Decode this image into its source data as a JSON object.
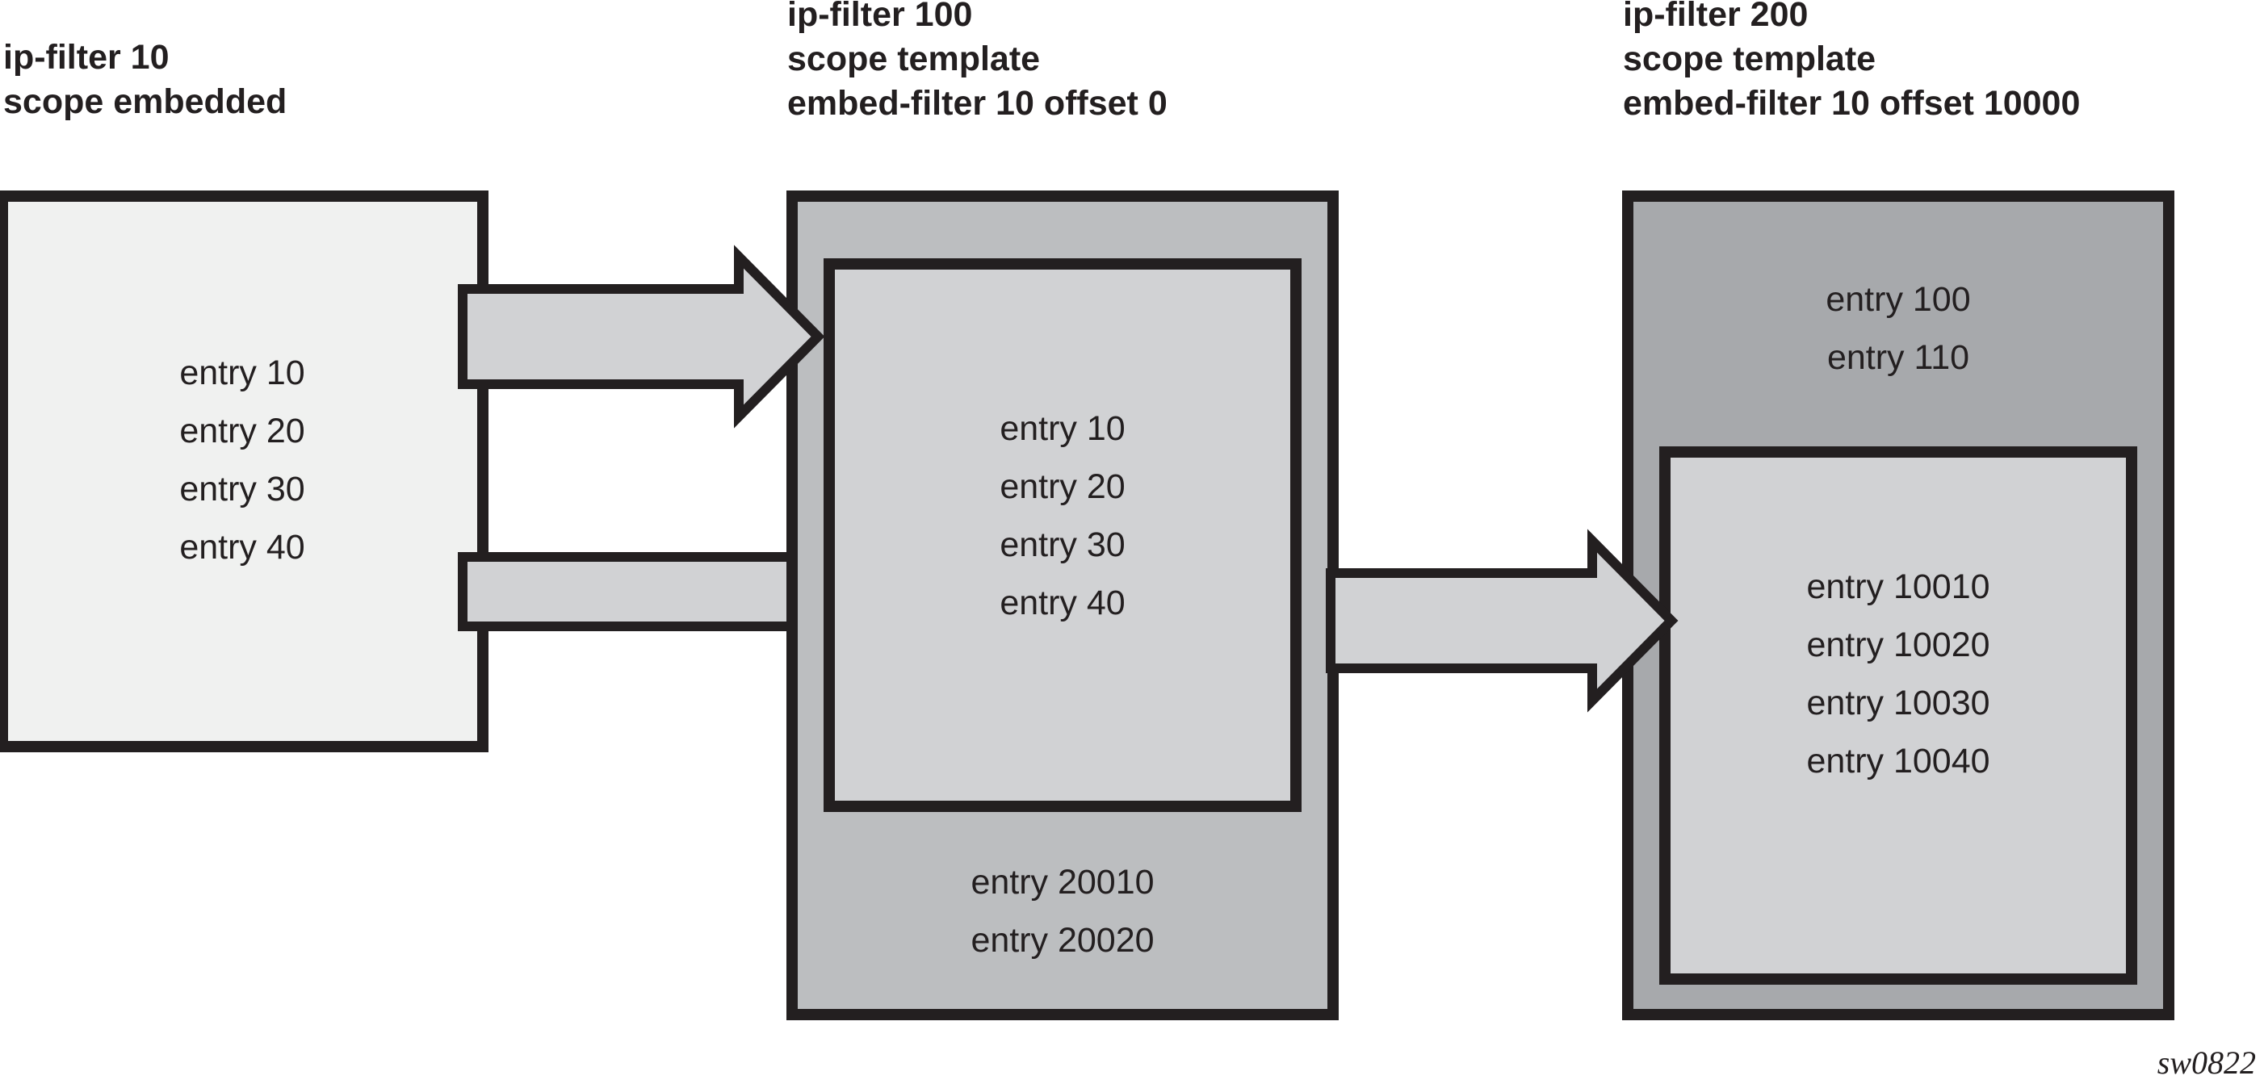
{
  "figure": {
    "caption": "sw0822",
    "colors": {
      "stroke": "#231f20",
      "left_box_fill": "#f0f1f0",
      "middle_outer_fill": "#bcbec0",
      "middle_inner_fill": "#d1d2d4",
      "right_outer_fill": "#a7a9ac",
      "right_inner_fill": "#d1d2d4",
      "arrow_fill": "#d1d2d4",
      "background": "#ffffff"
    }
  },
  "blocks": {
    "left": {
      "title_lines": [
        "ip-filter 10",
        "scope embedded"
      ],
      "entries": [
        "entry 10",
        "entry 20",
        "entry 30",
        "entry 40"
      ]
    },
    "middle": {
      "title_lines": [
        "ip-filter 100",
        "scope template",
        "embed-filter 10 offset 0"
      ],
      "inner_entries": [
        "entry 10",
        "entry 20",
        "entry 30",
        "entry 40"
      ],
      "outer_entries": [
        "entry 20010",
        "entry 20020"
      ]
    },
    "right": {
      "title_lines": [
        "ip-filter 200",
        "scope template",
        "embed-filter 10 offset 10000"
      ],
      "outer_entries": [
        "entry 100",
        "entry 110"
      ],
      "inner_entries": [
        "entry 10010",
        "entry 10020",
        "entry 10030",
        "entry 10040"
      ]
    }
  },
  "connectors": [
    {
      "name": "left-to-middle-top",
      "shape": "block-arrow-right",
      "label": ""
    },
    {
      "name": "left-to-middle-bottom",
      "shape": "bar-right",
      "label": ""
    },
    {
      "name": "middle-to-right",
      "shape": "block-arrow-right",
      "label": ""
    }
  ]
}
